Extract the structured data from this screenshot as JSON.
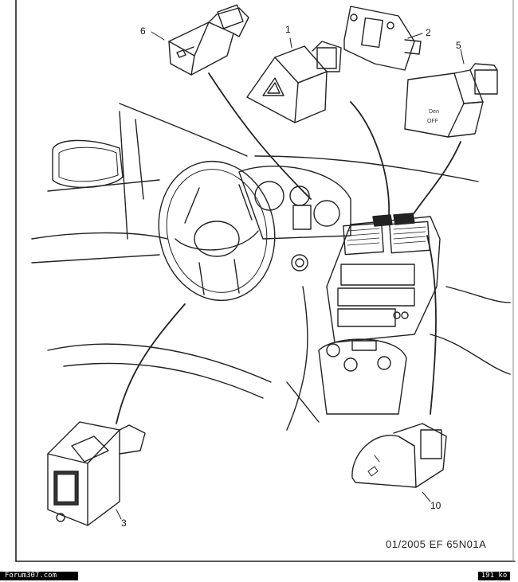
{
  "callouts": {
    "c1": "1",
    "c2": "2",
    "c3": "3",
    "c5": "5",
    "c6": "6",
    "c10": "10"
  },
  "switch_labels": {
    "den": "Den",
    "off": "OFF"
  },
  "footer": {
    "code": "01/2005   EF 65N01A"
  },
  "bottom_bar": {
    "site": "Forum307.com",
    "size": "191 ko"
  }
}
